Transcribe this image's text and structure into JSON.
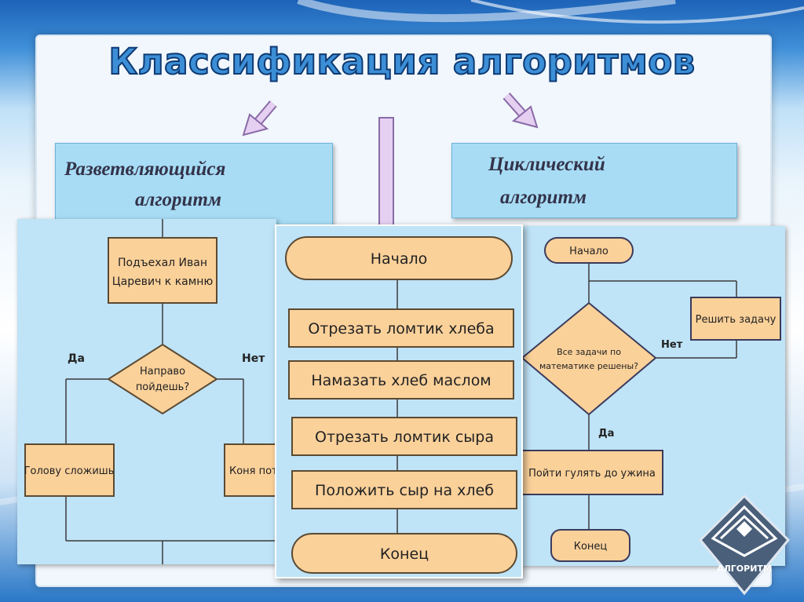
{
  "title": "Классификация алгоритмов",
  "types": {
    "branching": [
      "Разветвляющийся",
      "алгоритм"
    ],
    "cyclic": [
      "Циклический",
      "алгоритм"
    ]
  },
  "branching_chart": {
    "start": [
      "Подъехал Иван",
      "Царевич к камню"
    ],
    "question": [
      "Направо",
      "пойдешь?"
    ],
    "yes": "Да",
    "no": "Нет",
    "left_box": "Голову сложишь",
    "right_box": "Коня поте"
  },
  "linear_chart": {
    "start": "Начало",
    "steps": [
      "Отрезать ломтик хлеба",
      "Намазать хлеб маслом",
      "Отрезать ломтик сыра",
      "Положить сыр на хлеб"
    ],
    "end": "Конец"
  },
  "cyclic_chart": {
    "start": "Начало",
    "question": [
      "Все задачи по",
      "математике решены?"
    ],
    "no": "Нет",
    "yes": "Да",
    "action": "Решить задачу",
    "after": "Пойти гулять до ужина",
    "end": "Конец"
  },
  "logo": {
    "text": "АЛГОРИТМ"
  },
  "colors": {
    "box_fill": "#fbd19a",
    "box_stroke": "#5b4a32",
    "panel_bg": "#bfe3f7",
    "title_fill": "#3c8fd6"
  }
}
